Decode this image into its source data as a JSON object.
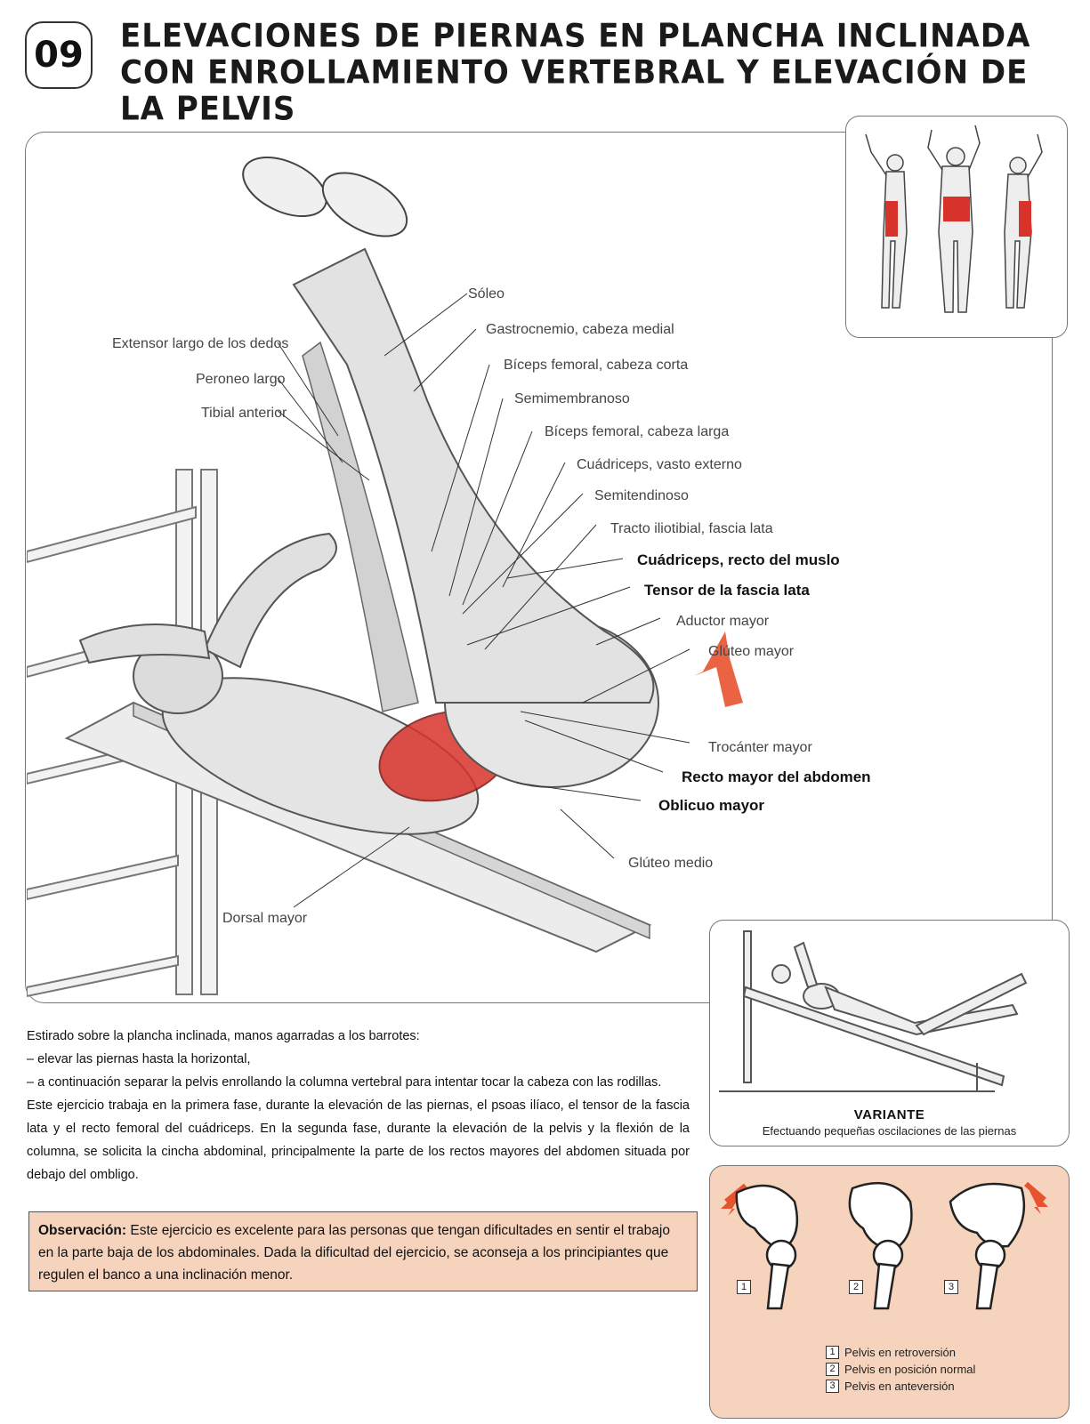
{
  "header": {
    "number": "09",
    "title": "ELEVACIONES DE PIERNAS EN PLANCHA INCLINADA CON ENROLLAMIENTO VERTEBRAL Y ELEVACIÓN DE LA PELVIS"
  },
  "muscle_labels": {
    "soleo": "Sóleo",
    "gastrocnemio": "Gastrocnemio, cabeza medial",
    "extensor": "Extensor largo de los dedos",
    "biceps_corta": "Bíceps femoral, cabeza corta",
    "peroneo": "Peroneo largo",
    "semimembranoso": "Semimembranoso",
    "tibial": "Tibial anterior",
    "biceps_larga": "Bíceps femoral, cabeza larga",
    "vasto_externo": "Cuádriceps, vasto externo",
    "semitendinoso": "Semitendinoso",
    "tracto": "Tracto iliotibial, fascia lata",
    "recto_muslo": "Cuádriceps, recto del muslo",
    "tensor": "Tensor de la fascia lata",
    "aductor": "Aductor mayor",
    "gluteo_mayor": "Glúteo mayor",
    "trocanter": "Trocánter mayor",
    "recto_abdomen": "Recto mayor del abdomen",
    "oblicuo": "Oblicuo mayor",
    "gluteo_medio": "Glúteo medio",
    "dorsal": "Dorsal mayor"
  },
  "variant": {
    "title": "VARIANTE",
    "caption": "Efectuando pequeñas oscilaciones de las piernas"
  },
  "description": {
    "intro": "Estirado sobre la plancha inclinada, manos agarradas a los barrotes:",
    "step1": "–  elevar las piernas hasta la horizontal,",
    "step2": "–  a continuación separar la pelvis enrollando la columna vertebral para intentar tocar la cabeza con las rodillas.",
    "body": "Este ejercicio trabaja en la primera fase, durante la elevación de las piernas, el psoas ilíaco, el tensor de la fascia lata y el recto femoral del cuádriceps. En la segunda fase, durante la elevación de la pelvis y la flexión de la columna, se solicita la cincha abdominal, principalmente la parte de los rectos mayores del abdomen situada por debajo del ombligo."
  },
  "note": {
    "label": "Observación:",
    "text": " Este ejercicio es excelente para las personas que tengan dificultades en sentir el trabajo en la parte baja de los abdominales. Dada la dificultad del ejercicio, se aconseja a los principiantes que regulen el banco a una inclinación menor."
  },
  "pelvis": {
    "numbers": [
      "1",
      "2",
      "3"
    ],
    "legend": [
      {
        "num": "1",
        "text": "Pelvis en retroversión"
      },
      {
        "num": "2",
        "text": "Pelvis en posición normal"
      },
      {
        "num": "3",
        "text": "Pelvis en anteversión"
      }
    ]
  },
  "colors": {
    "muscle_highlight": "#d8332b",
    "note_bg": "#f6d3bc",
    "arrow": "#e8532f"
  }
}
